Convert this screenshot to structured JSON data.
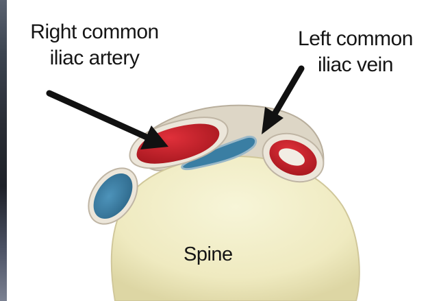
{
  "labels": {
    "right_common_iliac_artery": [
      "Right common",
      "iliac artery"
    ],
    "left_common_iliac_vein": [
      "Left common",
      "iliac vein"
    ],
    "spine": "Spine"
  },
  "colors": {
    "artery_red": "#c8202b",
    "vein_blue": "#3a7ea3",
    "spine_cream": "#f3f0c8",
    "tissue_beige": "#ddd6c6",
    "arrow_black": "#111111"
  }
}
